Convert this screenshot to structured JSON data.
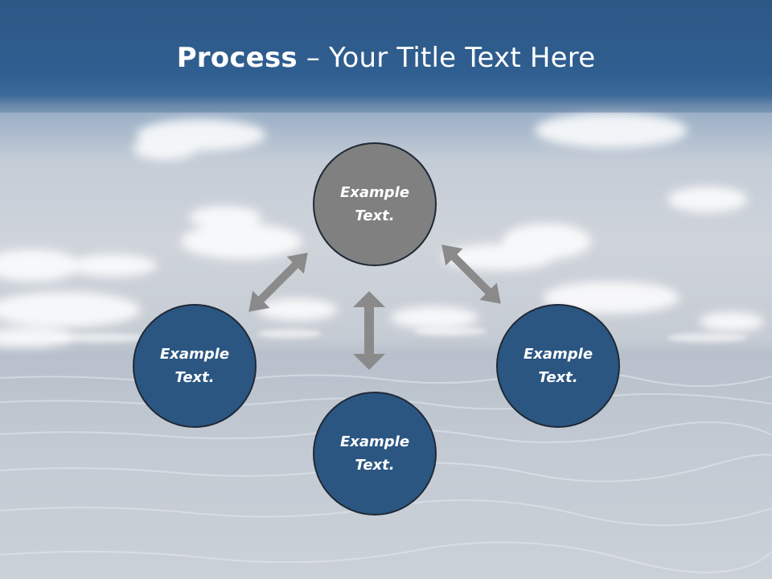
{
  "slide": {
    "title_bold": "Process",
    "title_rest": " – Your Title Text Here"
  },
  "nodes": {
    "center": {
      "line1": "Example",
      "line2": "Text."
    },
    "left": {
      "line1": "Example",
      "line2": "Text."
    },
    "bottom": {
      "line1": "Example",
      "line2": "Text."
    },
    "right": {
      "line1": "Example",
      "line2": "Text."
    }
  },
  "colors": {
    "header": "#2f5e90",
    "center_node": "#808080",
    "blue_node": "#2c5682",
    "arrow": "#8a8a8a"
  }
}
